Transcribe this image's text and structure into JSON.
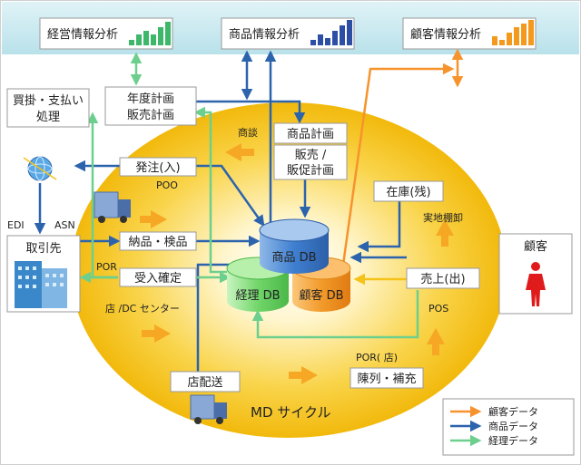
{
  "top_panels": {
    "management": "経営情報分析",
    "product": "商品情報分析",
    "customer": "顧客情報分析"
  },
  "boxes": {
    "payables": [
      "買掛・支払い",
      "処理"
    ],
    "annual_plan": [
      "年度計画",
      "販売計画"
    ],
    "product_plan": "商品計画",
    "promo_plan": [
      "販売 /",
      "販促計画"
    ],
    "order_in": "発注(入)",
    "stock_in": "納品・検品",
    "receiving": "受入確定",
    "inventory": "在庫(残)",
    "sales_out": "売上(出)",
    "store_delivery": "店配送",
    "display": "陳列・補充",
    "supplier": "取引先",
    "customer": "顧客"
  },
  "labels": {
    "negotiation": "商談",
    "poo": "POO",
    "edi": "EDI",
    "asn": "ASN",
    "por": "POR",
    "store_dc": "店 /DC センター",
    "stocktake": "実地棚卸",
    "pos": "POS",
    "por_store": "POR( 店)",
    "md_cycle": "MD サイクル"
  },
  "databases": {
    "product": "商品 DB",
    "accounting": "経理 DB",
    "customer": "顧客 DB"
  },
  "legend": {
    "customer_data": "顧客データ",
    "product_data": "商品データ",
    "accounting_data": "経理データ"
  },
  "colors": {
    "customer_data": "#f7932d",
    "product_data": "#2c63ad",
    "accounting_data": "#6dcf8e",
    "top_band": "#c9e9f0",
    "cycle": "#f5c21a",
    "bars_green": "#3db86a",
    "bars_blue": "#2c4fa5",
    "bars_orange": "#f39a1e"
  }
}
